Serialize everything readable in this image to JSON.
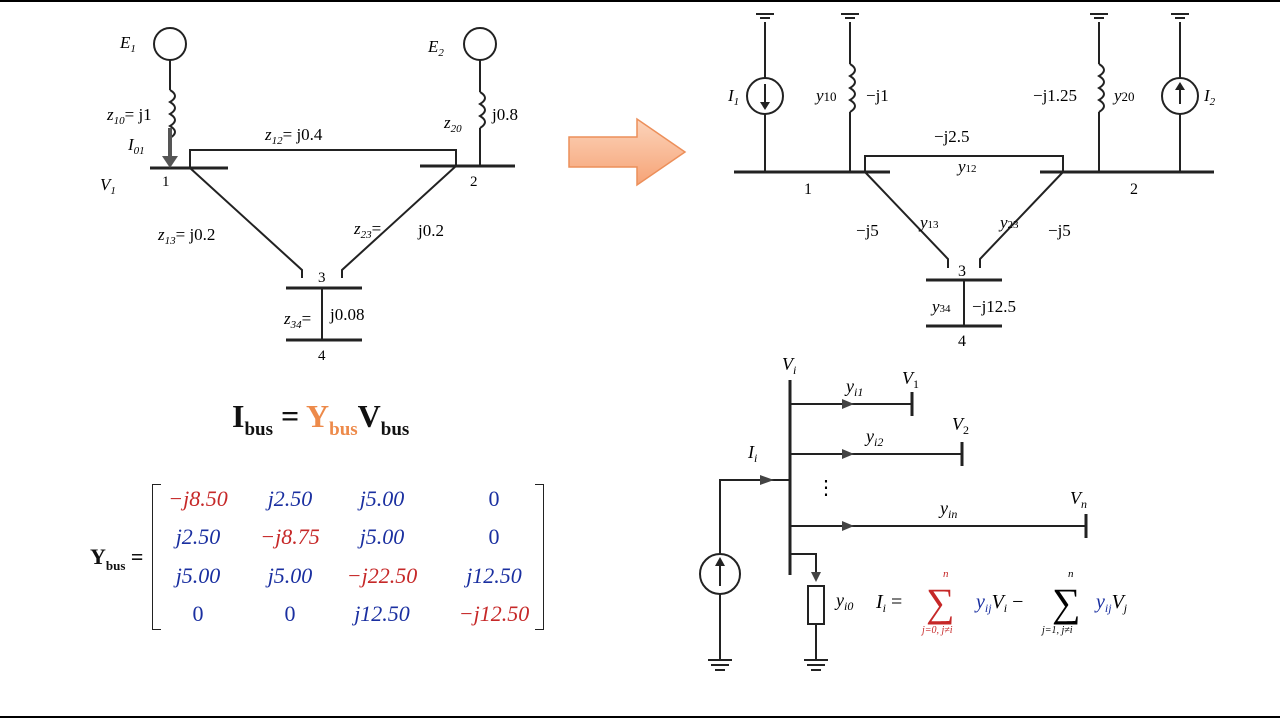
{
  "left_circuit": {
    "E1": "E",
    "E1_sub": "1",
    "E2": "E",
    "E2_sub": "2",
    "z10_var": "z",
    "z10_sub": "10",
    "z10_val": "= j1",
    "z20_var": "z",
    "z20_sub": "20",
    "z20_val": "j0.8",
    "I01_var": "I",
    "I01_sub": "01",
    "V1_var": "V",
    "V1_sub": "1",
    "z12_var": "z",
    "z12_sub": "12",
    "z12_val": "= j0.4",
    "z13_var": "z",
    "z13_sub": "13",
    "z13_val": "=  j0.2",
    "z23_var": "z",
    "z23_sub": "23",
    "z23_val": "=",
    "z23_val2": "j0.2",
    "z34_var": "z",
    "z34_sub": "34",
    "z34_val": "=",
    "z34_val2": "j0.08",
    "bus1": "1",
    "bus2": "2",
    "bus3": "3",
    "bus4": "4"
  },
  "right_circuit": {
    "I1_var": "I",
    "I1_sub": "1",
    "I2_var": "I",
    "I2_sub": "2",
    "y10": "y",
    "y10_sub": "10",
    "y10_val": "−j1",
    "y20": "y",
    "y20_sub": "20",
    "y20_val": "−j1.25",
    "y12_val": "−j2.5",
    "y12": "y",
    "y12_sub": "12",
    "y13": "y",
    "y13_sub": "13",
    "y13_val": "−j5",
    "y23": "y",
    "y23_sub": "23",
    "y23_val": "−j5",
    "y34": "y",
    "y34_sub": "34",
    "y34_val": "−j12.5",
    "bus1": "1",
    "bus2": "2",
    "bus3": "3",
    "bus4": "4"
  },
  "equation": {
    "I": "I",
    "I_sub": "bus",
    "eq": " = ",
    "Y": "Y",
    "Y_sub": "bus",
    "V": "V",
    "V_sub": "bus"
  },
  "ybus": {
    "label": "Y",
    "label_sub": "bus",
    "eq": " =",
    "rows": [
      [
        "−j8.50",
        "j2.50",
        "j5.00",
        "0"
      ],
      [
        "j2.50",
        "−j8.75",
        "j5.00",
        "0"
      ],
      [
        "j5.00",
        "j5.00",
        "−j22.50",
        "j12.50"
      ],
      [
        "0",
        "0",
        "j12.50",
        "−j12.50"
      ]
    ]
  },
  "node_diagram": {
    "Vi": "V",
    "Vi_sub": "i",
    "V1": "V",
    "V1_sub": "1",
    "V2": "V",
    "V2_sub": "2",
    "Vn": "V",
    "Vn_sub": "n",
    "yi1": "y",
    "yi1_sub": "i1",
    "yi2": "y",
    "yi2_sub": "i2",
    "yin": "y",
    "yin_sub": "in",
    "Ii": "I",
    "Ii_sub": "i",
    "yi0": "y",
    "yi0_sub": "i0",
    "dots": "⋮",
    "formula_lhs": "I",
    "formula_lhs_sub": "i",
    "formula_eq": " = ",
    "sum1_top": "n",
    "sum1_bottom": "j=0, j≠i",
    "sum2_top": "n",
    "sum2_bottom": "j=1, j≠i",
    "y_ij": "y",
    "y_ij_sub": "ij",
    "V_i": "V",
    "V_i_sub": "i",
    "minus": " − ",
    "V_j": "V",
    "V_j_sub": "j"
  },
  "colors": {
    "arrow_fill": "#f9b48a",
    "arrow_stroke": "#ec8f5a",
    "accent": "#ed8a4a",
    "red": "#c62828",
    "blue": "#1a2fa0"
  }
}
